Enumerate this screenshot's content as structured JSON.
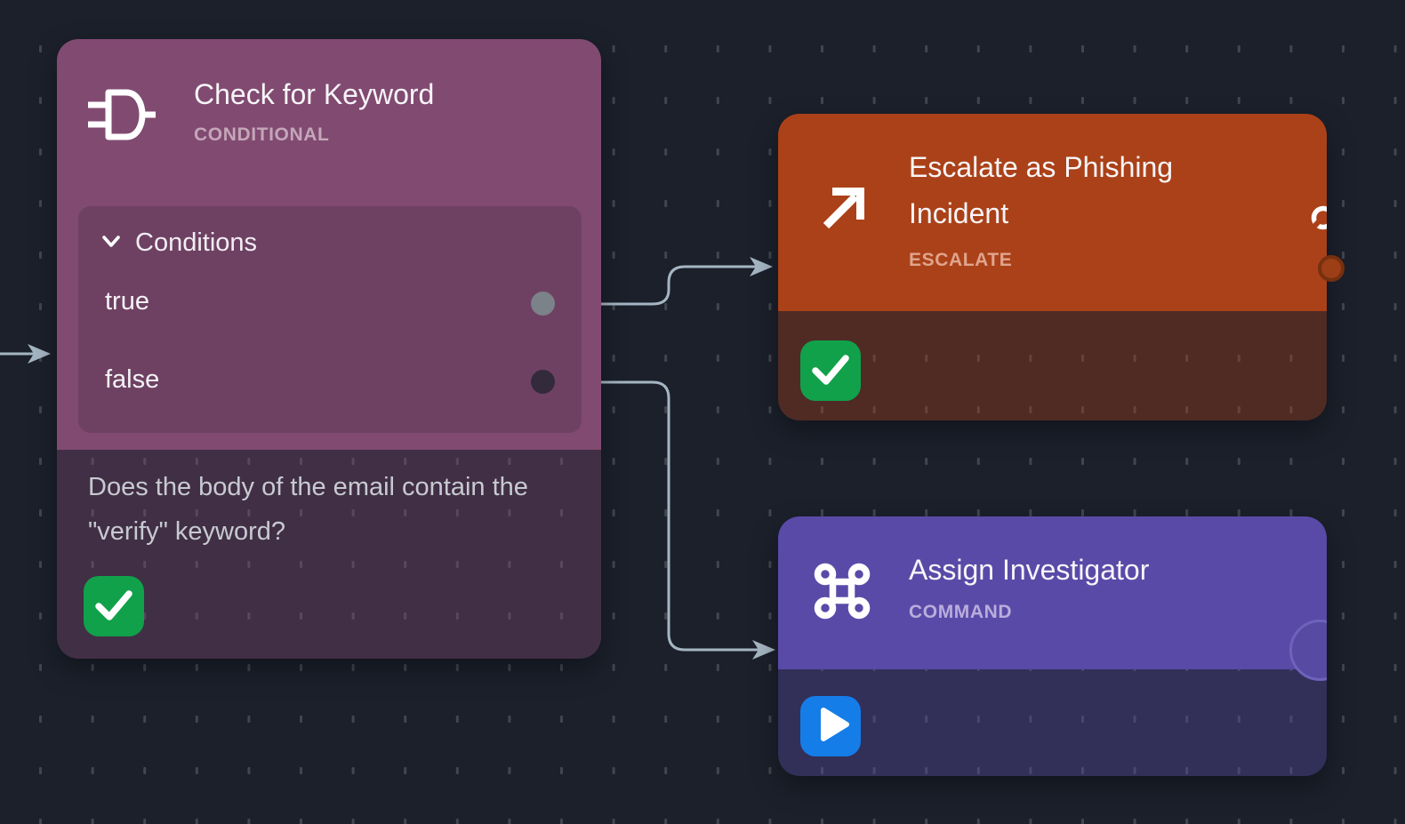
{
  "theme": {
    "canvas_bg": "#1b202b",
    "grid_dash": "#42464e",
    "edge": "#a5b6c3",
    "node1_header": "#814a71",
    "node1_panel": "#6e4163",
    "node2_header": "#ab4118",
    "node3_header": "#5a4aa8",
    "success": "#11a14b",
    "run": "#157de8",
    "port_true": "#7b828a",
    "port_false": "#332a3c"
  },
  "nodes": {
    "conditional": {
      "title": "Check for Keyword",
      "type_label": "CONDITIONAL",
      "icon": "logic-gate-icon",
      "conditions": {
        "label": "Conditions",
        "branches": [
          {
            "label": "true"
          },
          {
            "label": "false"
          }
        ]
      },
      "description": "Does the body of the email contain the \"verify\" keyword?",
      "status": "success"
    },
    "escalate": {
      "title": "Escalate as Phishing Incident",
      "type_label": "ESCALATE",
      "icon": "arrow-up-right-icon",
      "status": "success"
    },
    "command": {
      "title": "Assign Investigator",
      "type_label": "COMMAND",
      "icon": "command-icon",
      "status": "run"
    }
  }
}
